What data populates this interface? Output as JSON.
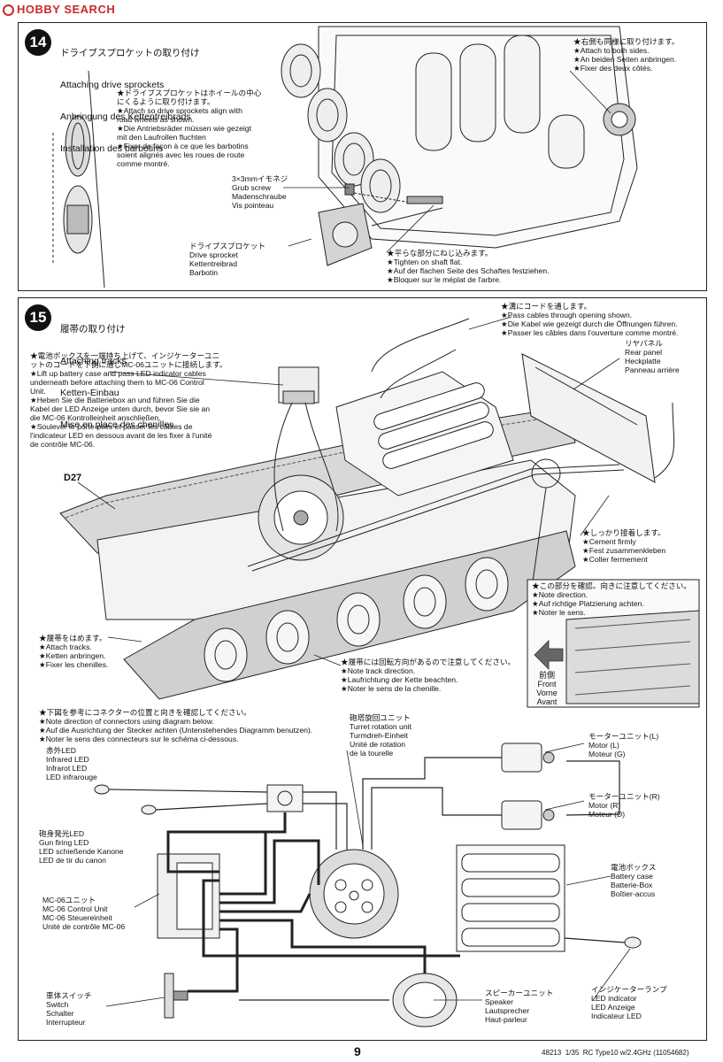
{
  "watermark": {
    "brand": "HOBBY SEARCH"
  },
  "step14": {
    "number": "14",
    "title_lines": [
      "ドライブスプロケットの取り付け",
      "Attaching drive sprockets",
      "Anbringung des Kettentreibrads",
      "Installation des barbotins"
    ],
    "note_align": "★ドライブスプロケットはホイールの中心\nにくるように取り付けます。\n★Attach so drive sprockets align with\nroad wheels as shown.\n★Die Antriebsräder müssen wie gezeigt\nmit den Laufrollen fluchten\n★Fixer de façon à ce que les barbotins\nsoient alignés avec les roues de route\ncomme montré.",
    "grub_screw": "3×3mmイモネジ\nGrub screw\nMadenschraube\nVis pointeau",
    "drive_sprocket": "ドライブスプロケット\nDrive sprocket\nKettentreibrad\nBarbotin",
    "flat_side": "★平らな部分にねじ込みます。\n★Tighten on shaft flat.\n★Auf der flachen Seite des Schaftes festziehen.\n★Bloquer sur le méplat de l'arbre.",
    "both_sides": "★右側も同様に取り付けます。\n★Attach to both sides.\n★An beiden Seiten anbringen.\n★Fixer des deux côtés."
  },
  "step15": {
    "number": "15",
    "title_lines": [
      "履帯の取り付け",
      "Attaching tracks",
      "Ketten-Einbau",
      "Mise en place des chenilles"
    ],
    "battery_note": "★電池ボックスを一端持ち上げて、インジケーターユニ\nットのコードを下側に通しMC-06ユニットに接続します。\n★Lift up battery case and pass LED indicator cables\nunderneath before attaching them to MC-06 Control\nUnit.\n★Heben Sie die Batteriebox an und führen Sie die\nKabel der LED Anzeige unten durch, bevor Sie sie an\ndie MC-06 Kontrolleinheit anschließen.\n★Soulever le porte-piles et passer les câbles de\nl'indicateur LED en dessous avant de les fixer à l'unité\nde contrôle MC-06.",
    "part_d27": "D27",
    "pass_cables": "★溝にコードを通します。\n★Pass cables through opening shown.\n★Die Kabel wie gezeigt durch die Öffnungen führen.\n★Passer les câbles dans l'ouverture comme montré.",
    "rear_panel": "リヤパネル\nRear panel\nHeckplatte\nPanneau arrière",
    "cement": "★しっかり接着します。\n★Cement firmly\n★Fest zusammenkleben\n★Coller fermement",
    "direction_note": "★この部分を確認。向きに注意してください。\n★Note direction.\n★Auf richtige Platzierung achten.\n★Noter le sens.",
    "front": "前側\nFront\nVorne\nAvant",
    "attach_tracks": "★履帯をはめます。\n★Attach tracks.\n★Ketten anbringen.\n★Fixer les chenilles.",
    "track_direction": "★履帯には回転方向があるので注意してください。\n★Note track direction.\n★Laufrichtung der Kette beachten.\n★Noter le sens de la chenille."
  },
  "wiring": {
    "connector_note": "★下図を参考にコネクターの位置と向きを確認してください。\n★Note direction of connectors using diagram below.\n★Auf die Ausrichtung der Stecker achten (Untenstehendes Diagramm benutzen).\n★Noter le sens des connecteurs sur le schéma ci-dessous.",
    "infrared_led": "赤外LED\nInfrared LED\nInfrarot LED\nLED infrarouge",
    "gun_led": "砲身発光LED\nGun firing LED\nLED schießende Kanone\nLED de tir du canon",
    "mc06": "MC-06ユニット\nMC-06 Control Unit\nMC-06 Steuereinheit\nUnité de contrôle MC-06",
    "switch": "車体スイッチ\nSwitch\nSchalter\nInterrupteur",
    "turret_unit": "砲塔旋回ユニット\nTurret rotation unit\nTurmdreh-Einheit\nUnité de rotation\nde la tourelle",
    "motor_l": "モーターユニット(L)\nMotor (L)\nMoteur (G)",
    "motor_r": "モーターユニット(R)\nMotor (R)\nMoteur (D)",
    "battery_case": "電池ボックス\nBattery case\nBatterie-Box\nBoîtier-accus",
    "speaker": "スピーカーユニット\nSpeaker\nLautsprecher\nHaut-parleur",
    "led_indicator": "インジケーターランプ\nLED indicator\nLED Anzeige\nIndicateur LED"
  },
  "page_number": "9",
  "footer": "48213  1/35  RC Type10 w/2.4GHz (11054682)"
}
